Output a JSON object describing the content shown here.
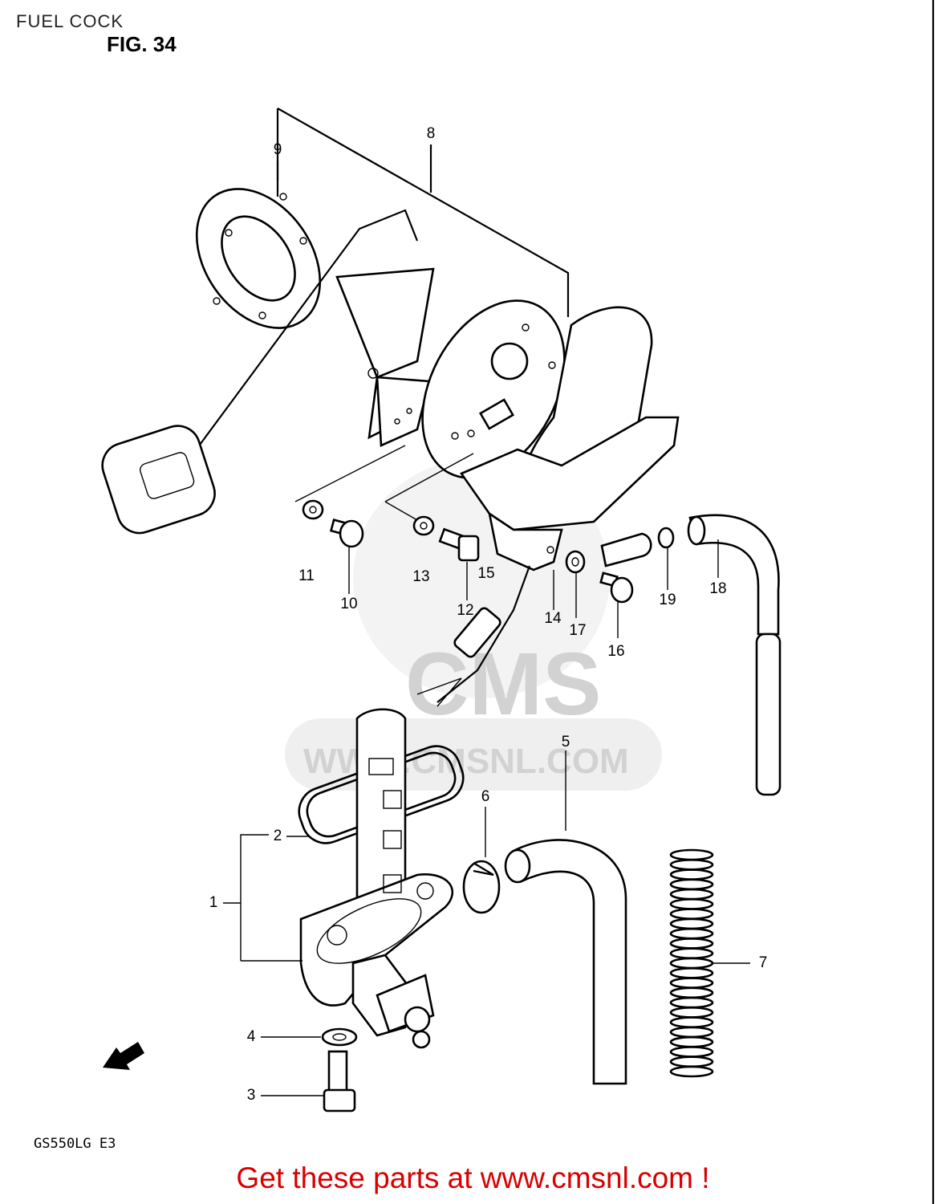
{
  "header": {
    "title": "FUEL COCK",
    "figure": "FIG. 34"
  },
  "model_code": "GS550LG  E3",
  "direction_marker": "FWD",
  "watermark": {
    "brand": "CMS",
    "url": "WWW.CMSNL.COM"
  },
  "footer": {
    "link_text": "Get these parts at www.cmsnl.com !",
    "color": "#d90000"
  },
  "callouts": {
    "c1": "1",
    "c2": "2",
    "c3": "3",
    "c4": "4",
    "c5": "5",
    "c6": "6",
    "c7": "7",
    "c8": "8",
    "c9": "9",
    "c10": "10",
    "c11": "11",
    "c12": "12",
    "c13": "13",
    "c14": "14",
    "c15": "15",
    "c16": "16",
    "c17": "17",
    "c18": "18",
    "c19": "19"
  }
}
